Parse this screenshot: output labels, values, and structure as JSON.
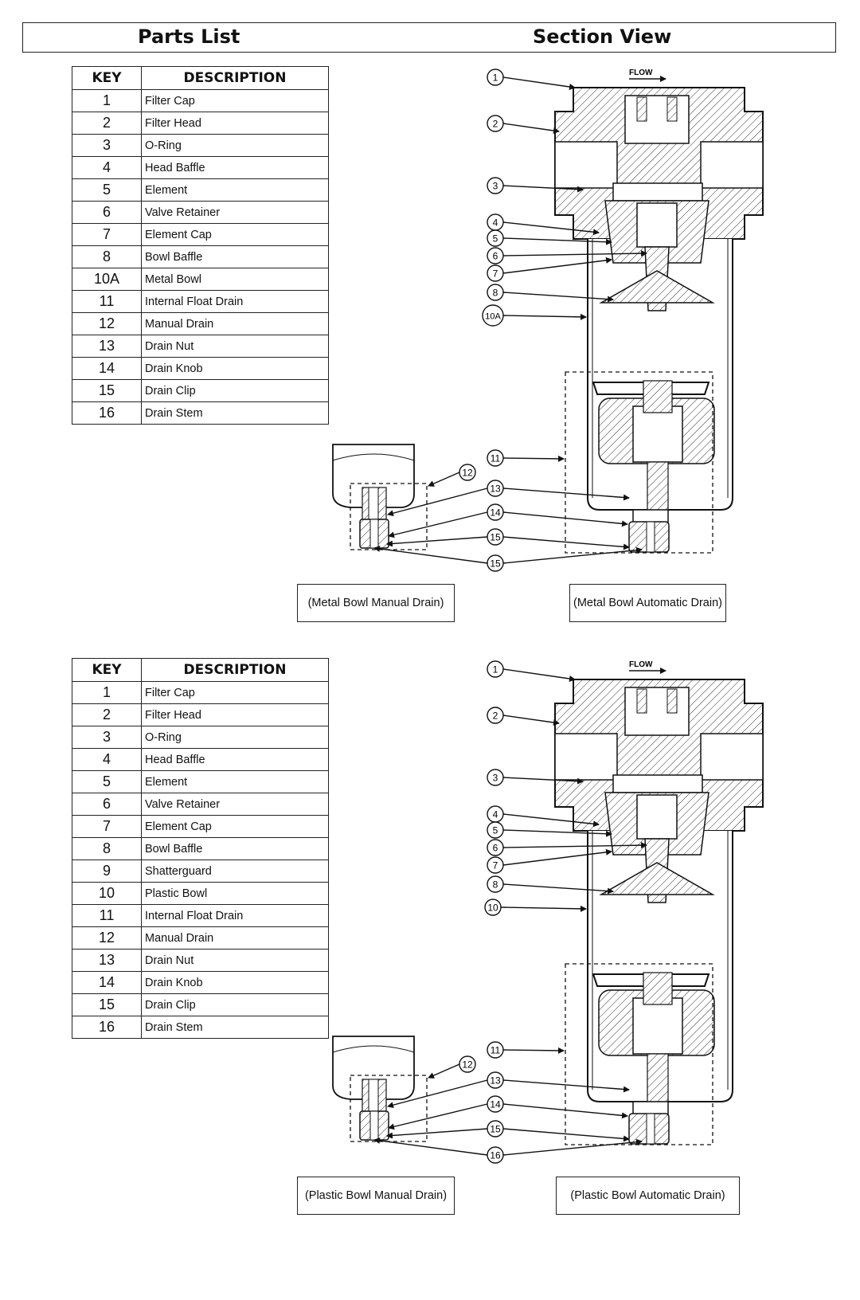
{
  "header": {
    "parts_title": "Parts List",
    "section_title": "Section View"
  },
  "table_headers": {
    "key": "KEY",
    "description": "DESCRIPTION"
  },
  "metal_table": [
    {
      "key": "1",
      "desc": "Filter Cap"
    },
    {
      "key": "2",
      "desc": "Filter Head"
    },
    {
      "key": "3",
      "desc": "O-Ring"
    },
    {
      "key": "4",
      "desc": "Head Baffle"
    },
    {
      "key": "5",
      "desc": "Element"
    },
    {
      "key": "6",
      "desc": "Valve Retainer"
    },
    {
      "key": "7",
      "desc": "Element Cap"
    },
    {
      "key": "8",
      "desc": "Bowl Baffle"
    },
    {
      "key": "10A",
      "desc": "Metal Bowl"
    },
    {
      "key": "11",
      "desc": "Internal Float Drain"
    },
    {
      "key": "12",
      "desc": "Manual Drain"
    },
    {
      "key": "13",
      "desc": "Drain Nut"
    },
    {
      "key": "14",
      "desc": "Drain Knob"
    },
    {
      "key": "15",
      "desc": "Drain Clip"
    },
    {
      "key": "16",
      "desc": "Drain Stem"
    }
  ],
  "plastic_table": [
    {
      "key": "1",
      "desc": "Filter Cap"
    },
    {
      "key": "2",
      "desc": "Filter Head"
    },
    {
      "key": "3",
      "desc": "O-Ring"
    },
    {
      "key": "4",
      "desc": "Head Baffle"
    },
    {
      "key": "5",
      "desc": "Element"
    },
    {
      "key": "6",
      "desc": "Valve Retainer"
    },
    {
      "key": "7",
      "desc": "Element Cap"
    },
    {
      "key": "8",
      "desc": "Bowl Baffle"
    },
    {
      "key": "9",
      "desc": "Shatterguard"
    },
    {
      "key": "10",
      "desc": "Plastic Bowl"
    },
    {
      "key": "11",
      "desc": "Internal Float Drain"
    },
    {
      "key": "12",
      "desc": "Manual Drain"
    },
    {
      "key": "13",
      "desc": "Drain Nut"
    },
    {
      "key": "14",
      "desc": "Drain Knob"
    },
    {
      "key": "15",
      "desc": "Drain Clip"
    },
    {
      "key": "16",
      "desc": "Drain Stem"
    }
  ],
  "flow_label": "FLOW",
  "metal_callouts": [
    "1",
    "2",
    "3",
    "4",
    "5",
    "6",
    "7",
    "8",
    "10A",
    "11",
    "12",
    "13",
    "14",
    "15",
    "15"
  ],
  "plastic_callouts": [
    "1",
    "2",
    "3",
    "4",
    "5",
    "6",
    "7",
    "8",
    "10",
    "11",
    "12",
    "13",
    "14",
    "15",
    "16"
  ],
  "captions": {
    "metal_manual": "(Metal Bowl Manual Drain)",
    "metal_auto": "(Metal Bowl Automatic Drain)",
    "plastic_manual": "(Plastic Bowl Manual Drain)",
    "plastic_auto": "(Plastic Bowl Automatic Drain)"
  }
}
